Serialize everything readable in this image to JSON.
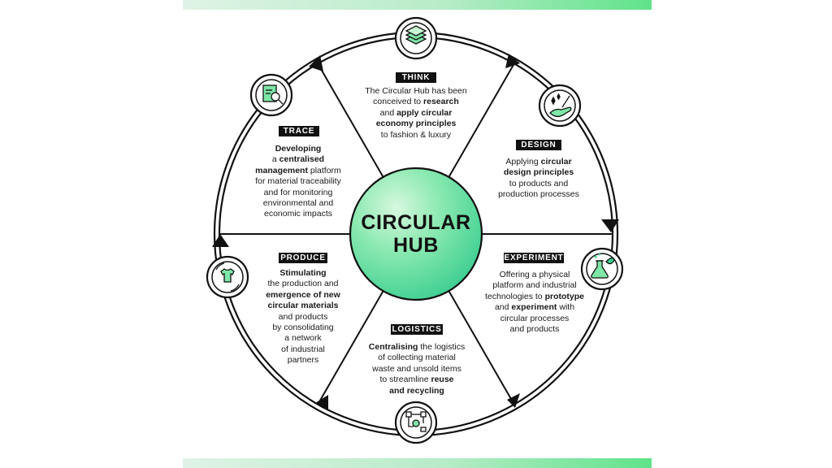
{
  "hub": {
    "line1": "CIRCULAR",
    "line2": "HUB"
  },
  "segments": [
    {
      "tag": "THINK",
      "icon": "layers-icon",
      "text": [
        "The Circular Hub has been",
        "conceived to ",
        "research",
        " and ",
        "apply circular",
        "economy principles",
        "to fashion & luxury"
      ]
    },
    {
      "tag": "DESIGN",
      "icon": "hand-drawing-icon",
      "text": [
        "Applying ",
        "circular",
        "design principles",
        "to products and",
        "production processes"
      ]
    },
    {
      "tag": "EXPERIMENT",
      "icon": "flask-leaf-icon",
      "text": [
        "Offering a physical",
        "platform and industrial",
        "technologies to ",
        "prototype",
        "and ",
        "experiment",
        " with",
        "circular processes",
        "and products"
      ]
    },
    {
      "tag": "LOGISTICS",
      "icon": "logistics-flow-icon",
      "text": [
        "Centralising",
        " the logistics",
        "of collecting material",
        "waste and unsold items",
        "to streamline ",
        "reuse",
        "and recycling"
      ]
    },
    {
      "tag": "PRODUCE",
      "icon": "tshirt-cycle-icon",
      "text": [
        "Stimulating",
        "the production and",
        "emergence of new",
        "circular materials",
        "and products",
        "by consolidating",
        "a network",
        "of industrial",
        "partners"
      ]
    },
    {
      "tag": "TRACE",
      "icon": "document-search-icon",
      "text": [
        "Developing",
        "a ",
        "centralised",
        "management",
        " platform",
        "for material traceability",
        "and for monitoring",
        "environmental and",
        "economic impacts"
      ]
    }
  ],
  "colors": {
    "accent": "#5fe38a",
    "hub_light": "#c8f5d4",
    "hub_mid": "#7ee6a6",
    "hub_dark": "#3fcf8e",
    "ink": "#111111"
  }
}
